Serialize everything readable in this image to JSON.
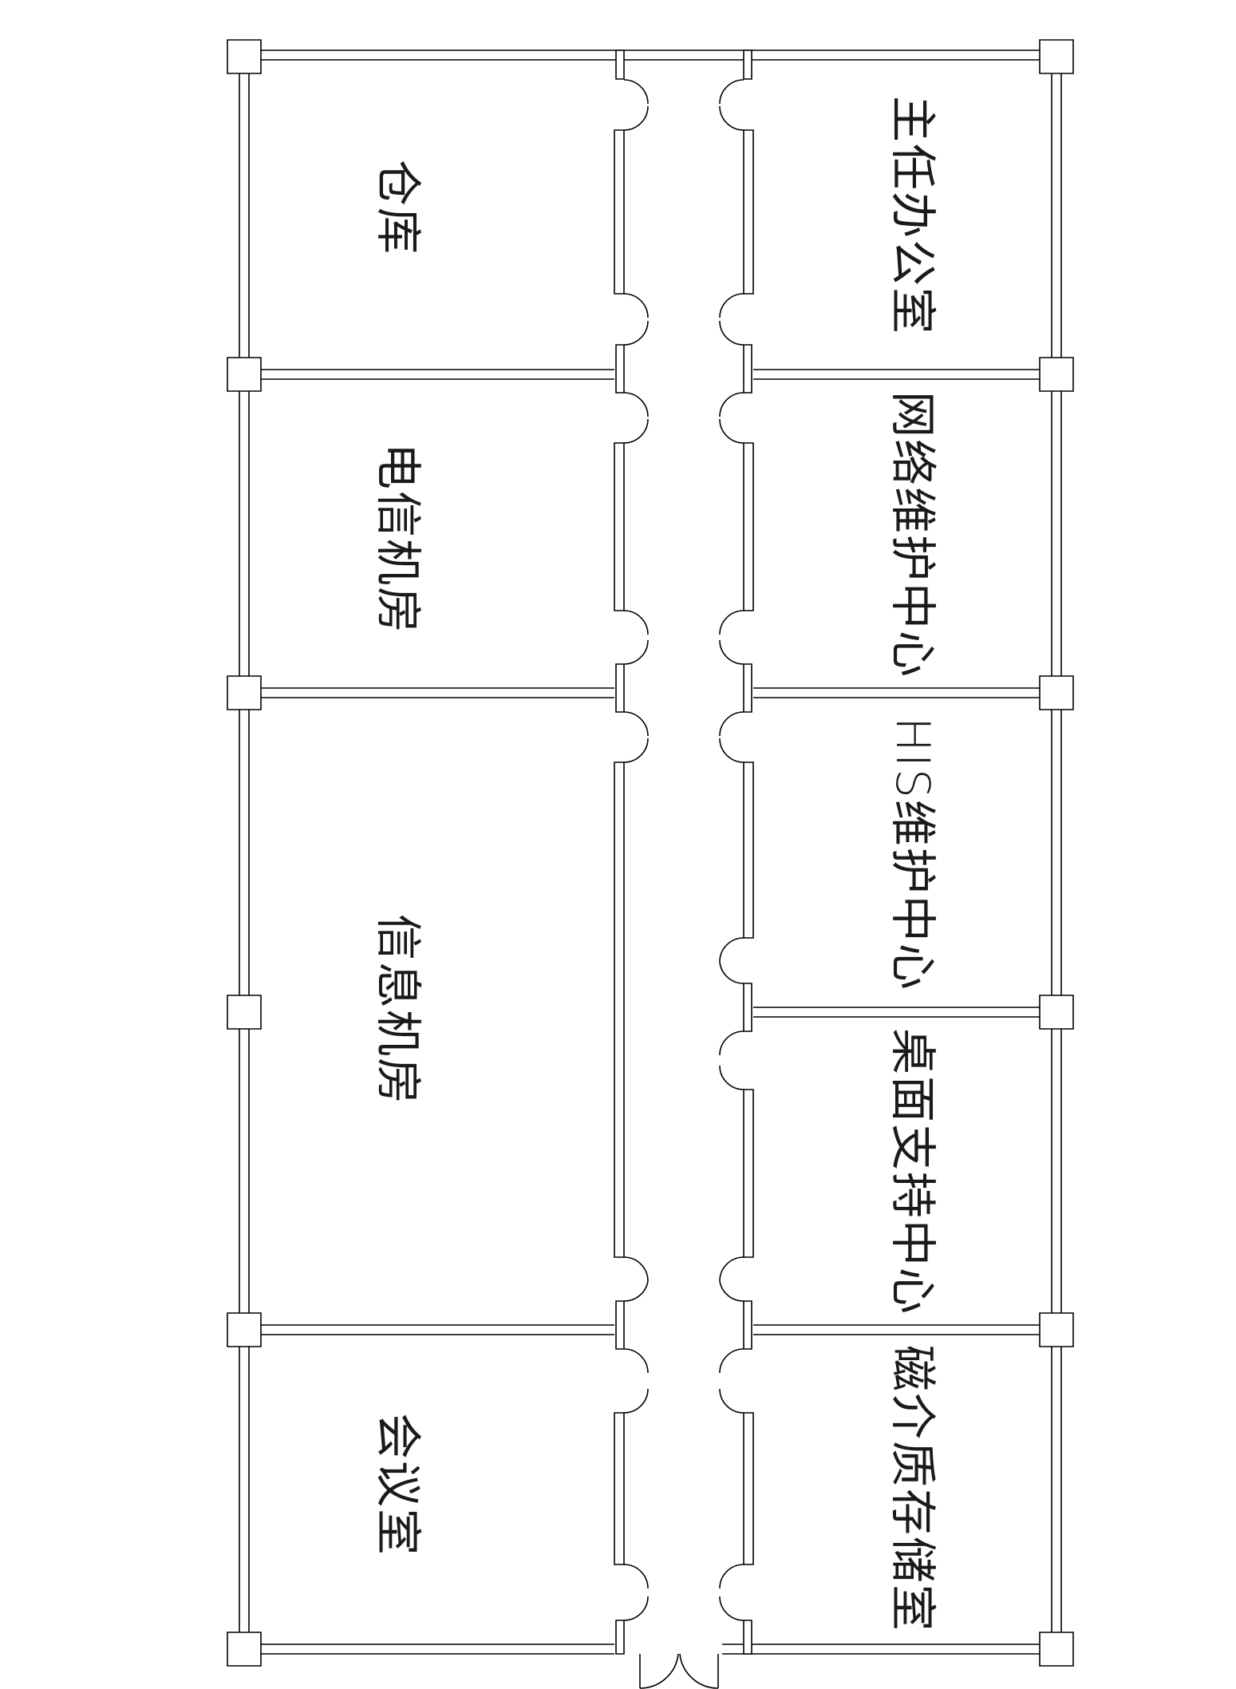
{
  "rooms_left": [
    {
      "name": "仓库"
    },
    {
      "name": "电信机房"
    },
    {
      "name": "信息机房"
    },
    {
      "name": "会议室"
    }
  ],
  "rooms_right": [
    {
      "name": "主任办公室"
    },
    {
      "name": "网络维护中心"
    },
    {
      "name": "HIS维护中心"
    },
    {
      "name": "桌面支持中心"
    },
    {
      "name": "磁介质存储室"
    }
  ],
  "colors": {
    "line": "#000000",
    "background": "#ffffff"
  }
}
